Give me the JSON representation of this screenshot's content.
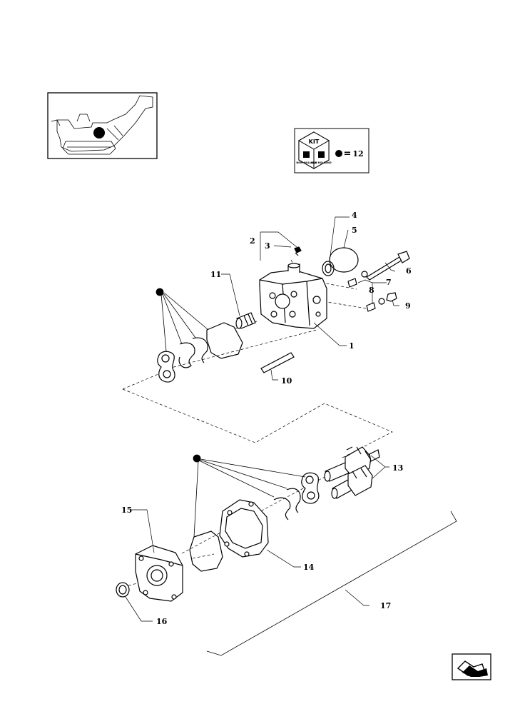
{
  "kit_legend": {
    "badge_text": "KIT",
    "equals": "=",
    "value": "12",
    "brand_left": "NEW HOLLAND",
    "brand_right": "NEW HOLLAND"
  },
  "callouts": {
    "c1": "1",
    "c2": "2",
    "c3": "3",
    "c4": "4",
    "c5": "5",
    "c6": "6",
    "c7": "7",
    "c8": "8",
    "c9": "9",
    "c10": "10",
    "c11": "11",
    "c13": "13",
    "c14": "14",
    "c15": "15",
    "c16": "16",
    "c17": "17"
  },
  "colors": {
    "ink": "#000000",
    "paper": "#ffffff"
  },
  "icons": {
    "thumbnail": "machine-thumbnail-icon",
    "next_page": "next-page-arrow-icon"
  }
}
